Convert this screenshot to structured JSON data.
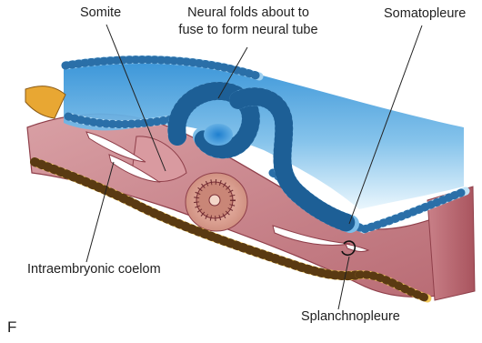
{
  "figure": {
    "panel_letter": "F",
    "labels": {
      "somite": "Somite",
      "neural_folds_line1": "Neural folds about to",
      "neural_folds_line2": "fuse to form neural tube",
      "somatopleure": "Somatopleure",
      "intraembryonic_coelom": "Intraembryonic coelom",
      "splanchnopleure": "Splanchnopleure"
    }
  },
  "colors": {
    "ectoderm_blue": "#5aa6dc",
    "ectoderm_light": "#c9e6f7",
    "mesoderm_pink": "#c47f86",
    "mesoderm_dark": "#9e4e58",
    "endoderm_yellow": "#e8b43a",
    "somite_tan": "#cf8f7c",
    "coelom_white": "#ffffff",
    "leader_line": "#222222"
  }
}
